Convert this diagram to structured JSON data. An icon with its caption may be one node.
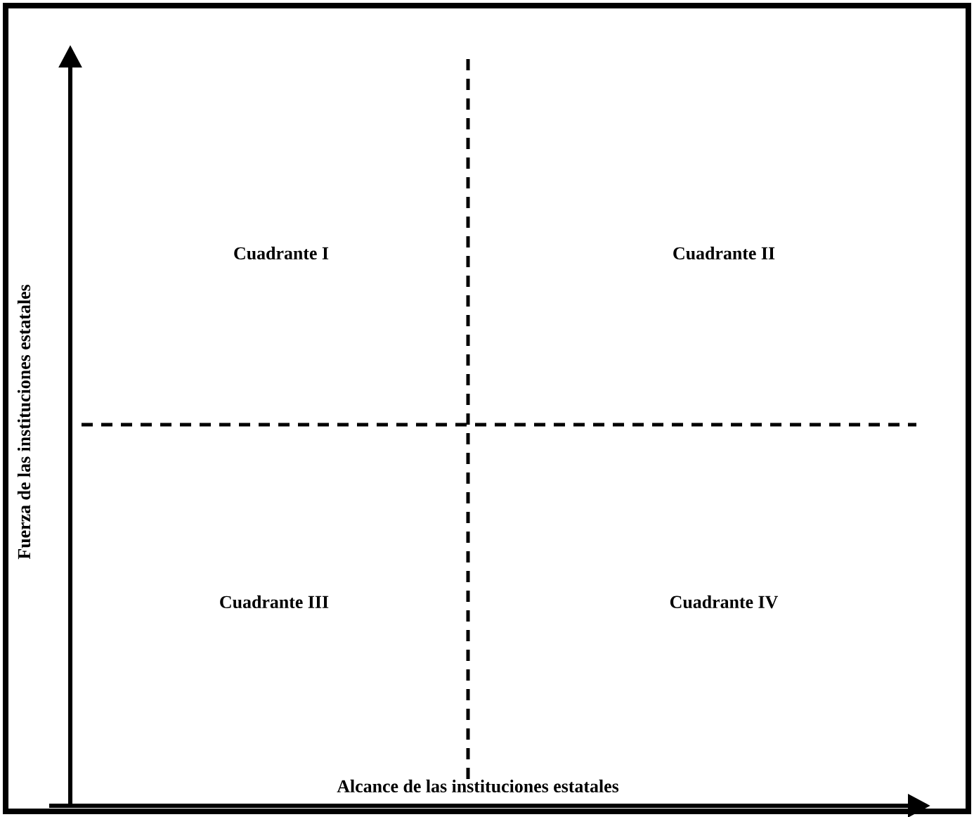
{
  "diagram": {
    "labels": [
      "Cuadrante I",
      "Cuadrante II",
      "Cuadrante III",
      "Cuadrante IV",
      "Alcance de las instituciones estatales",
      "Fuerza de las instituciones estatales"
    ]
  }
}
